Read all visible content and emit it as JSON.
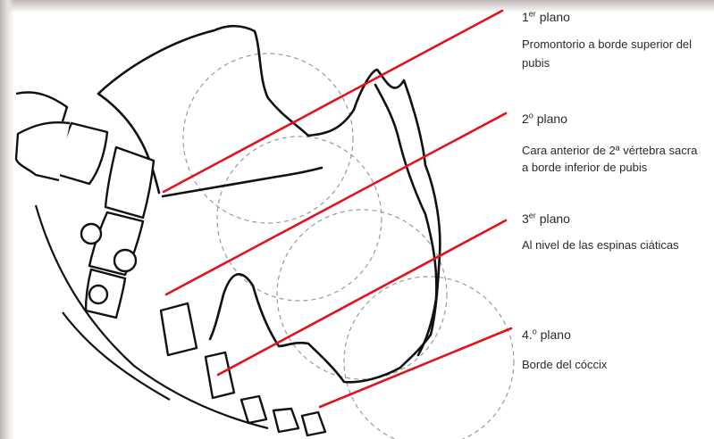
{
  "planes": [
    {
      "num": "1",
      "suffix": "er",
      "word": "plano",
      "desc_lines": [
        "Promontorio a borde superior del",
        "pubis"
      ],
      "line_color": "#e0141a"
    },
    {
      "num": "2",
      "suffix": "o",
      "word": "plano",
      "desc_lines": [
        "Cara anterior de 2ª vértebra sacra",
        "a borde inferior de pubis"
      ],
      "line_color": "#e0141a"
    },
    {
      "num": "3",
      "suffix": "er",
      "word": "plano",
      "desc_lines": [
        "Al nivel de las espinas ciáticas"
      ],
      "line_color": "#e0141a"
    },
    {
      "num": "4.",
      "suffix": "o",
      "word": "plano",
      "desc_lines": [
        "Borde del cóccix"
      ],
      "line_color": "#e0141a"
    }
  ],
  "colors": {
    "outline": "#111111",
    "dashed_circles": "#9a9a9a",
    "background": "#ffffff"
  }
}
